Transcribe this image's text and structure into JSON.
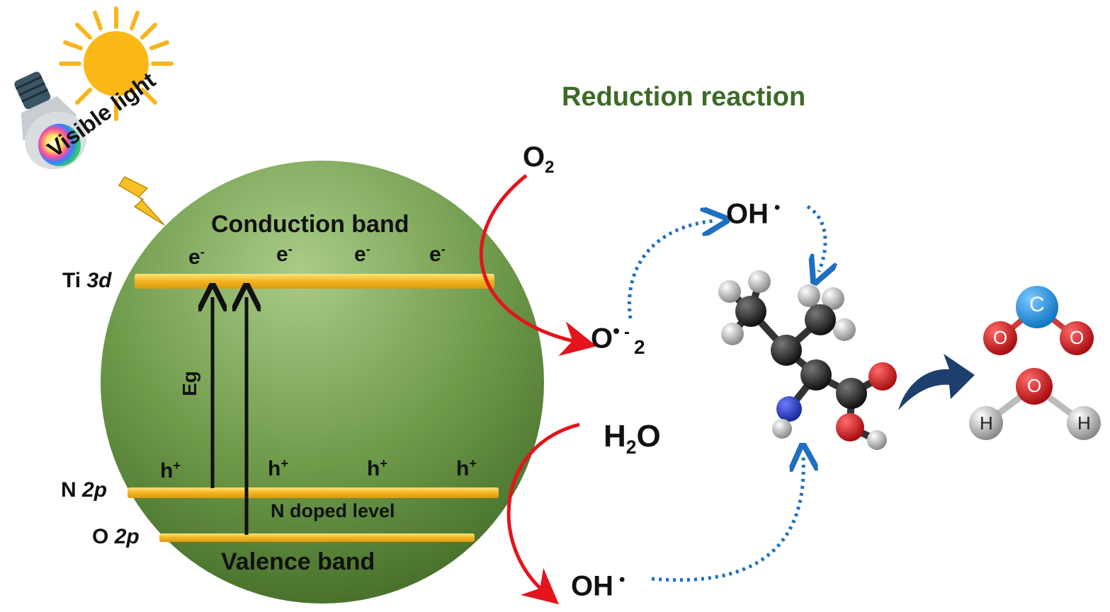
{
  "title": "Reduction reaction",
  "light": {
    "label": "Visible light"
  },
  "bands": {
    "conduction": "Conduction band",
    "valence": "Valence band",
    "doped": "N doped level",
    "gap": "Eg"
  },
  "levels": {
    "ti": {
      "element": "Ti",
      "orbital": "3d"
    },
    "n": {
      "element": "N",
      "orbital": "2p"
    },
    "o": {
      "element": "O",
      "orbital": "2p"
    }
  },
  "carriers": {
    "electron": "e",
    "electron_charge": "-",
    "hole": "h",
    "hole_charge": "+"
  },
  "species": {
    "o2_base": "O",
    "o2_sub": "2",
    "superoxide_base": "O",
    "superoxide_dot": "•",
    "superoxide_charge": "-",
    "superoxide_sub": "2",
    "oh_radical_top": "OH",
    "oh_radical_top_dot": "•",
    "water_h": "H",
    "water_sub": "2",
    "water_o": "O",
    "oh_radical_bottom": "OH",
    "oh_radical_bottom_dot": "•"
  },
  "products": {
    "co2_center": "C",
    "co2_left": "O",
    "co2_right": "O",
    "h2o_center": "O",
    "h2o_left": "H",
    "h2o_right": "H"
  },
  "colors": {
    "title": "#3d6a26",
    "sphere_light": "#9cc27a",
    "sphere_dark": "#4f7a31",
    "band_line": "#f2b521",
    "red_arrow": "#e3141c",
    "blue_dotted": "#1f6fc0",
    "navy_arrow": "#1d3f6e"
  }
}
